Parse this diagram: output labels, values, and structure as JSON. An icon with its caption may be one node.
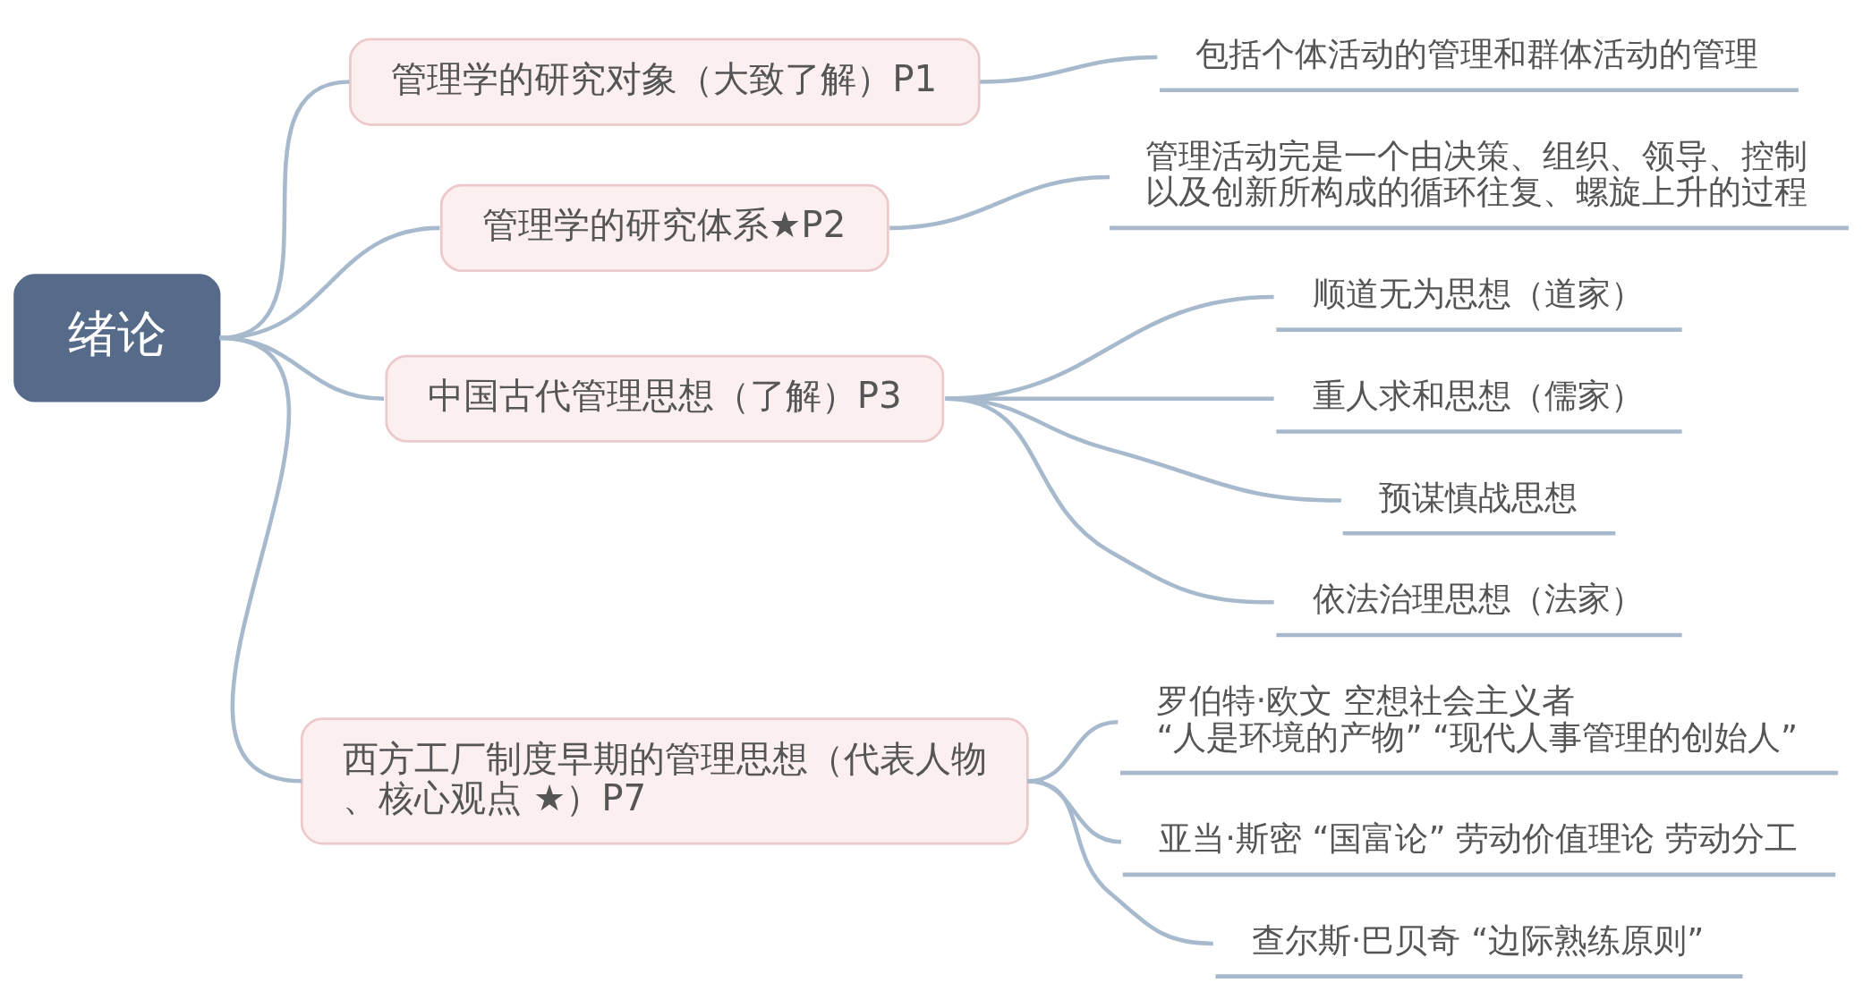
{
  "diagram": {
    "nodes": [
      {
        "text": [
          "绪论"
        ]
      },
      {
        "text": [
          "管理学的研究对象（大致了解）P1"
        ]
      },
      {
        "text": [
          "包括个体活动的管理和群体活动的管理"
        ]
      },
      {
        "text": [
          "管理学的研究体系★P2"
        ]
      },
      {
        "text": [
          "管理活动完是一个由决策、组织、领导、控制以及创新所构成的循环往复、螺旋上升的过程"
        ]
      },
      {
        "text": [
          "中国古代管理思想（了解）P3"
        ]
      },
      {
        "text": [
          "顺道无为思想（道家）"
        ]
      },
      {
        "text": [
          "重人求和思想（儒家）"
        ]
      },
      {
        "text": [
          "预谋慎战思想"
        ]
      },
      {
        "text": [
          "依法治理思想（法家）"
        ]
      },
      {
        "text": [
          "西方工厂制度早期的管理思想（代表人物、核心观点 ★）P7"
        ]
      },
      {
        "text": [
          "罗伯特·欧文 空想社会主义者 “人是环境的产物” “现代人事管理的创始人”"
        ]
      },
      {
        "text": [
          "亚当·斯密 “国富论” 劳动价值理论 劳动分工"
        ]
      },
      {
        "text": [
          "查尔斯·巴贝奇 “边际熟练原则”"
        ]
      }
    ],
    "edges": [
      {
        "from": 0,
        "to": 1,
        "arrow": "none"
      },
      {
        "from": 0,
        "to": 3,
        "arrow": "none"
      },
      {
        "from": 0,
        "to": 5,
        "arrow": "none"
      },
      {
        "from": 0,
        "to": 10,
        "arrow": "none"
      },
      {
        "from": 1,
        "to": 2,
        "arrow": "none"
      },
      {
        "from": 3,
        "to": 4,
        "arrow": "none"
      },
      {
        "from": 5,
        "to": 6,
        "arrow": "none"
      },
      {
        "from": 5,
        "to": 7,
        "arrow": "none"
      },
      {
        "from": 5,
        "to": 8,
        "arrow": "none"
      },
      {
        "from": 5,
        "to": 9,
        "arrow": "none"
      },
      {
        "from": 10,
        "to": 11,
        "arrow": "none"
      },
      {
        "from": 10,
        "to": 12,
        "arrow": "none"
      },
      {
        "from": 10,
        "to": 13,
        "arrow": "none"
      }
    ]
  }
}
